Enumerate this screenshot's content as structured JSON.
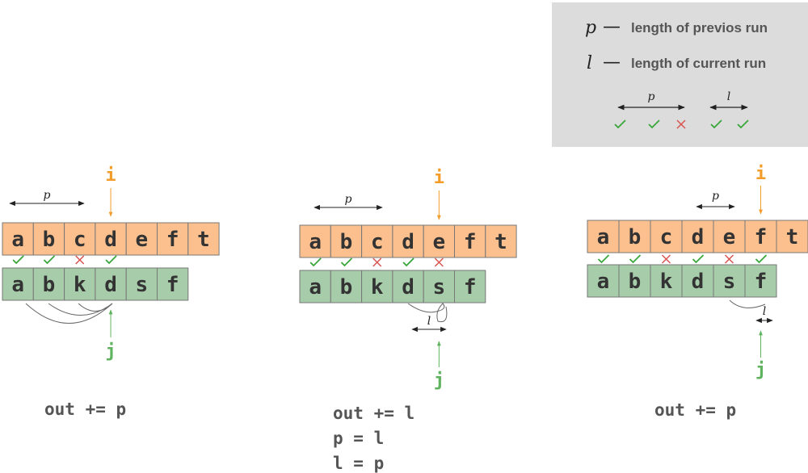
{
  "legend": {
    "p_symbol": "p",
    "p_desc": "length of previos run",
    "l_symbol": "l",
    "l_desc": "length of current run",
    "dash": "—",
    "example_p": "p",
    "example_l": "l",
    "example_marks": [
      "check",
      "check",
      "cross",
      "check",
      "check"
    ]
  },
  "colors": {
    "top_row": "#fbc08e",
    "bottom_row": "#a7ccaa",
    "i_pointer": "#f39c2a",
    "j_pointer": "#5fb35f",
    "check": "#3aa63a",
    "cross": "#d9534f",
    "legend_bg": "#dcdcdc"
  },
  "panels": [
    {
      "top": [
        "a",
        "b",
        "c",
        "d",
        "e",
        "f",
        "t"
      ],
      "bottom": [
        "a",
        "b",
        "k",
        "d",
        "s",
        "f"
      ],
      "marks": [
        "check",
        "check",
        "cross",
        "check"
      ],
      "i_index": 3,
      "j_index": 3,
      "i_label": "i",
      "j_label": "j",
      "span_label": "p",
      "span_kind": "p",
      "code": [
        "out += p"
      ]
    },
    {
      "top": [
        "a",
        "b",
        "c",
        "d",
        "e",
        "f",
        "t"
      ],
      "bottom": [
        "a",
        "b",
        "k",
        "d",
        "s",
        "f"
      ],
      "marks": [
        "check",
        "check",
        "cross",
        "check",
        "cross"
      ],
      "i_index": 4,
      "j_index": 4,
      "i_label": "i",
      "j_label": "j",
      "span_label": "p",
      "span_kind": "p",
      "l_label": "l",
      "code": [
        "out += l",
        "p = l",
        "l = p"
      ]
    },
    {
      "top": [
        "a",
        "b",
        "c",
        "d",
        "e",
        "f",
        "t"
      ],
      "bottom": [
        "a",
        "b",
        "k",
        "d",
        "s",
        "f"
      ],
      "marks": [
        "check",
        "check",
        "cross",
        "check",
        "cross",
        "check"
      ],
      "i_index": 5,
      "j_index": 5,
      "i_label": "i",
      "j_label": "j",
      "span_label": "p",
      "span_kind": "p",
      "l_label": "l",
      "code": [
        "out += p"
      ]
    }
  ]
}
